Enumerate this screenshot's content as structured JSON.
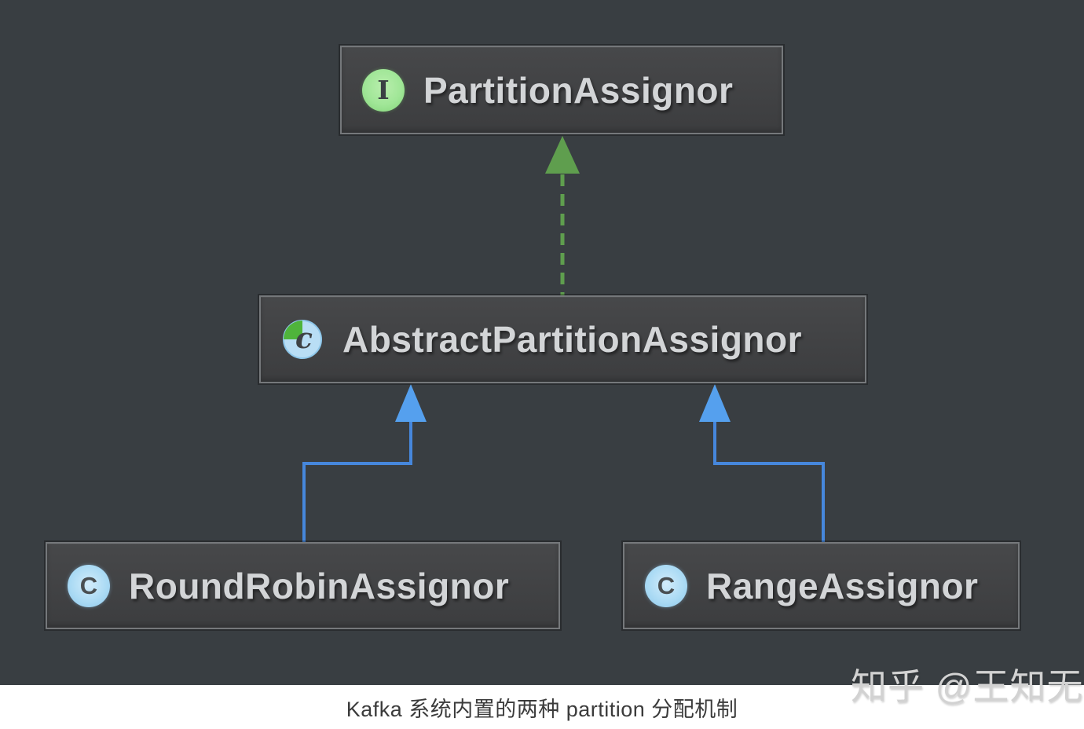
{
  "diagram": {
    "caption": "Kafka 系统内置的两种 partition 分配机制",
    "watermark": "知乎 @王知无",
    "nodes": {
      "partition_assignor": {
        "label": "PartitionAssignor",
        "kind": "interface",
        "icon_letter": "I"
      },
      "abstract_partition_assignor": {
        "label": "AbstractPartitionAssignor",
        "kind": "abstract-class",
        "icon_letter": "c"
      },
      "round_robin_assignor": {
        "label": "RoundRobinAssignor",
        "kind": "class",
        "icon_letter": "C"
      },
      "range_assignor": {
        "label": "RangeAssignor",
        "kind": "class",
        "icon_letter": "C"
      }
    },
    "edges": [
      {
        "from": "AbstractPartitionAssignor",
        "to": "PartitionAssignor",
        "relation": "implements",
        "line_style": "dashed",
        "color": "#5f9e4e"
      },
      {
        "from": "RoundRobinAssignor",
        "to": "AbstractPartitionAssignor",
        "relation": "extends",
        "line_style": "solid",
        "color": "#4687dc"
      },
      {
        "from": "RangeAssignor",
        "to": "AbstractPartitionAssignor",
        "relation": "extends",
        "line_style": "solid",
        "color": "#4687dc"
      }
    ],
    "colors": {
      "canvas_background": "#393e42",
      "node_border": "#75787b",
      "node_text": "#d3d5d7",
      "interface_icon_green": "#a0e697",
      "class_icon_blue": "#aadaf4",
      "abstract_icon_green": "#4fb43b",
      "implements_arrow_green": "#5f9e4e",
      "extends_arrow_blue": "#4687dc",
      "arrowhead_blue": "#55a0ee"
    }
  }
}
